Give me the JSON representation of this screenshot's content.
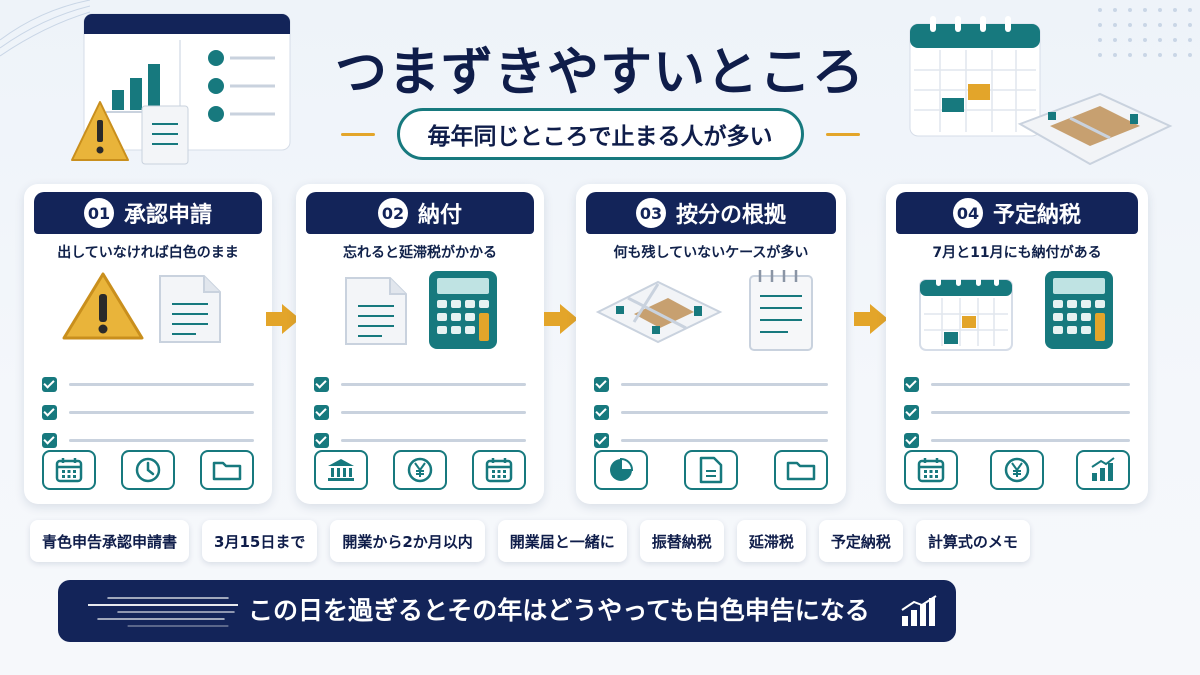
{
  "header": {
    "title": "つまずきやすいところ",
    "subtitle": "毎年同じところで止まる人が多い"
  },
  "cards": [
    {
      "number": "01",
      "title": "承認申請",
      "description": "出していなければ白色のまま"
    },
    {
      "number": "02",
      "title": "納付",
      "description": "忘れると延滞税がかかる"
    },
    {
      "number": "03",
      "title": "按分の根拠",
      "description": "何も残していないケースが多い"
    },
    {
      "number": "04",
      "title": "予定納税",
      "description": "7月と11月にも納付がある"
    }
  ],
  "tags": [
    "青色申告承認申請書",
    "3月15日まで",
    "開業から2か月以内",
    "開業届と一緒に",
    "振替納税",
    "延滞税",
    "予定納税",
    "計算式のメモ"
  ],
  "banner": {
    "text": "この日を過ぎるとその年はどうやっても白色申告になる"
  },
  "colors": {
    "navy": "#132459",
    "teal": "#17797e",
    "gold": "#e3a52a",
    "background": "#eef3f9"
  }
}
